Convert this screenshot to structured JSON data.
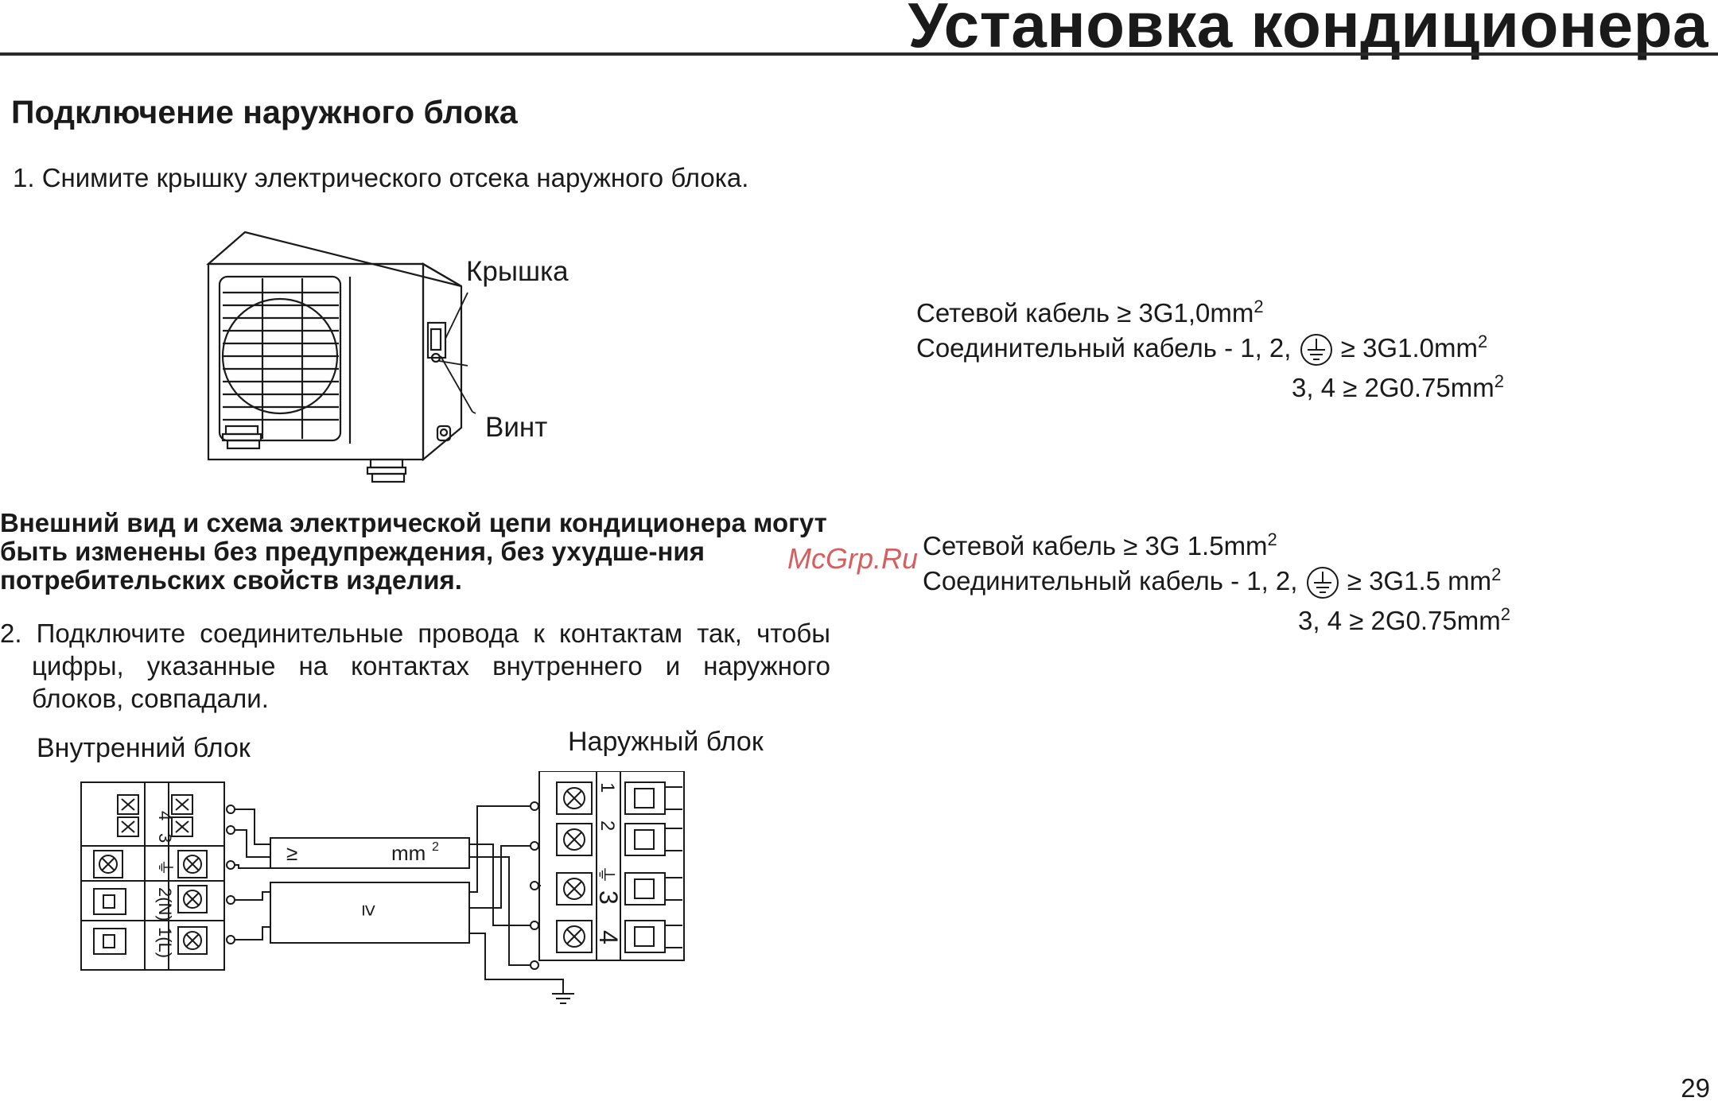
{
  "header": {
    "title": "Установка кондиционера"
  },
  "section": {
    "title": "Подключение наружного блока"
  },
  "step1": {
    "text": "1. Снимите крышку электрического отсека наружного блока."
  },
  "unit_figure": {
    "cover_label": "Крышка",
    "screw_label": "Винт"
  },
  "notice": {
    "text": "Внешний вид и схема электрической цепи кондиционера могут быть изменены без предупреждения, без ухудше-ния потребительских свойств изделия."
  },
  "step2": {
    "text": "2. Подключите соединительные провода к контактам так, чтобы цифры, указанные на контактах внутреннего и наружного блоков, совпадали."
  },
  "wiring": {
    "indoor_label": "Внутренний блок",
    "outdoor_label": "Наружный блок",
    "indoor_terminals": [
      "4",
      "3",
      "⏚",
      "2(N)",
      "1(L)"
    ],
    "outdoor_terminals": [
      "1",
      "2",
      "⏚",
      "3",
      "4"
    ],
    "cable_unit": "mm",
    "cable_unit_exp": "2",
    "ge_symbol": "≥"
  },
  "cable_spec_1": {
    "power_prefix": "Сетевой кабель  ≥ 3G1,0mm",
    "conn_prefix": "Соединительный кабель -  1, 2,",
    "conn_suffix": "≥ 3G1.0mm",
    "signal": "3, 4 ≥ 2G0.75mm",
    "exp": "2"
  },
  "cable_spec_2": {
    "power_prefix": "Сетевой кабель  ≥ 3G 1.5mm",
    "conn_prefix": "Соединительный кабель -  1, 2,",
    "conn_suffix": "≥ 3G1.5 mm",
    "signal": "3, 4 ≥ 2G0.75mm",
    "exp": "2"
  },
  "watermark": {
    "text": "McGrp.Ru"
  },
  "footer": {
    "page_number": "29"
  }
}
